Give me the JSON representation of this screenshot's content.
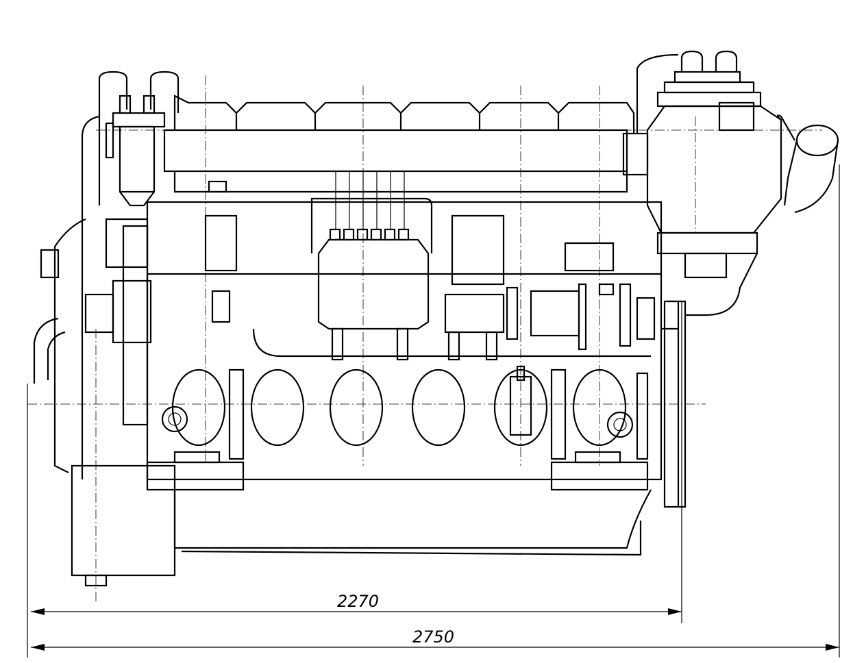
{
  "drawing": {
    "subject": "engine-side-view",
    "dimensions": [
      {
        "label": "2270"
      },
      {
        "label": "2750"
      }
    ]
  },
  "colors": {
    "ink": "#000000",
    "paper": "#ffffff"
  }
}
